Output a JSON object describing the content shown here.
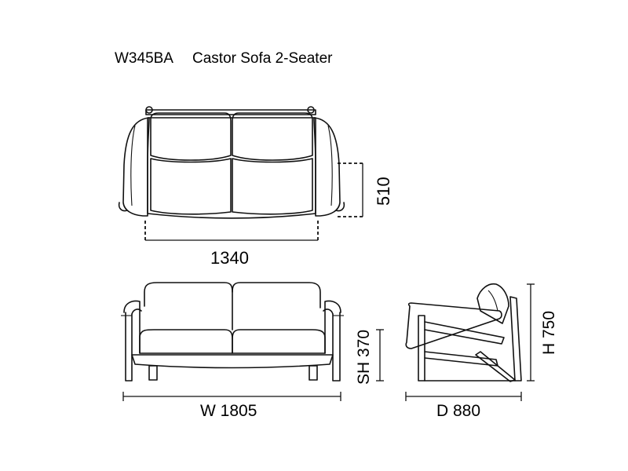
{
  "product": {
    "code": "W345BA",
    "name": "Castor Sofa 2-Seater"
  },
  "dimensions": {
    "seat_width": "1340",
    "seat_depth": "510",
    "width": "W 1805",
    "depth": "D 880",
    "height": "H 750",
    "seat_height": "SH 370"
  }
}
